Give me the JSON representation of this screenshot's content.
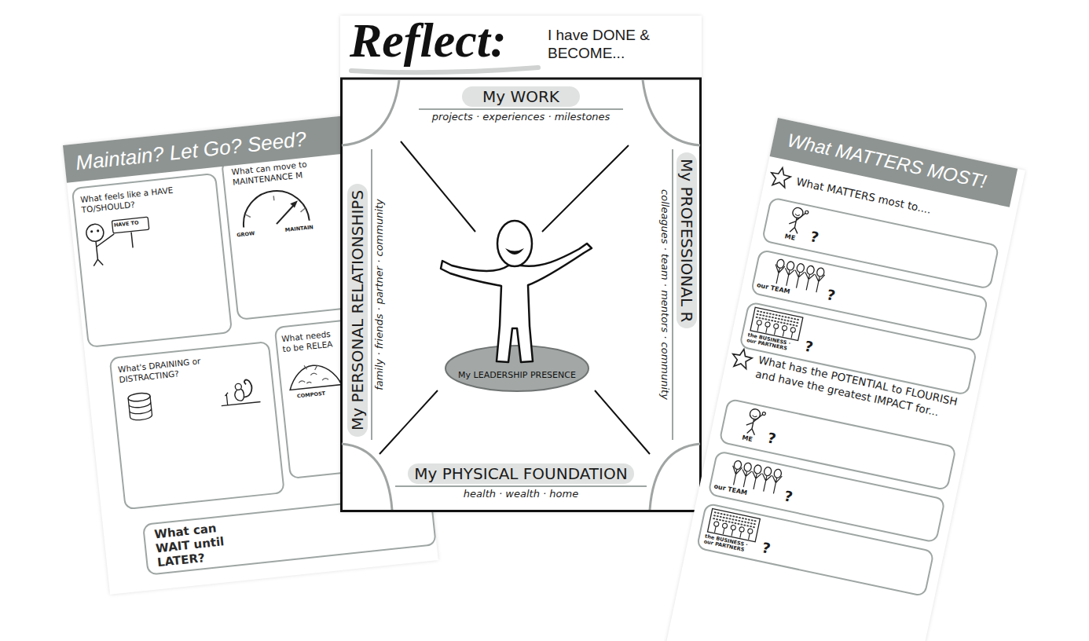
{
  "diagram": {
    "nodes": [
      {
        "text": [
          "Maintain? Let Go? Seed?"
        ]
      },
      {
        "text": [
          "What feels like a HAVE TO/SHOULD?"
        ],
        "in": 0
      },
      {
        "text": [
          "What can move to MAINTENANCE M"
        ],
        "in": 0
      },
      {
        "text": [
          "What's DRAINING or DISTRACTING?"
        ],
        "in": 0
      },
      {
        "text": [
          "What needs to be RELEA"
        ],
        "in": 0
      },
      {
        "text": [
          "What can WAIT until LATER?"
        ],
        "in": 0
      },
      {
        "text": [
          "Reflect:",
          "I have DONE & BECOME..."
        ]
      },
      {
        "text": [
          "My WORK",
          "projects · experiences · milestones"
        ],
        "in": 6
      },
      {
        "text": [
          "My PERSONAL RELATIONSHIPS",
          "family · friends · partner · community"
        ],
        "in": 6
      },
      {
        "text": [
          "My PROFESSIONAL R",
          "colleagues · team · mentors · community"
        ],
        "in": 6
      },
      {
        "text": [
          "My PHYSICAL FOUNDATION",
          "health · wealth · home"
        ],
        "in": 6
      },
      {
        "text": [
          "My LEADERSHIP PRESENCE"
        ],
        "in": 6
      },
      {
        "text": [
          "What MATTERS MOST!"
        ]
      },
      {
        "text": [
          "ME",
          "?"
        ],
        "in": 12
      },
      {
        "text": [
          "our TEAM",
          "?"
        ],
        "in": 12
      },
      {
        "text": [
          "the BUSINESS · our PARTNERS",
          "?"
        ],
        "in": 12
      },
      {
        "text": [
          "ME",
          "?"
        ],
        "in": 12
      },
      {
        "text": [
          "our TEAM",
          "?"
        ],
        "in": 12
      },
      {
        "text": [
          "the BUSINESS · our PARTNERS",
          "?"
        ],
        "in": 12
      }
    ],
    "labels": [
      "HAVE TO",
      "GROW",
      "MAINTAIN",
      "COMPOST",
      "What MATTERS most to....",
      "What has the POTENTIAL to FLOURISH and have the greatest IMPACT for..."
    ]
  }
}
